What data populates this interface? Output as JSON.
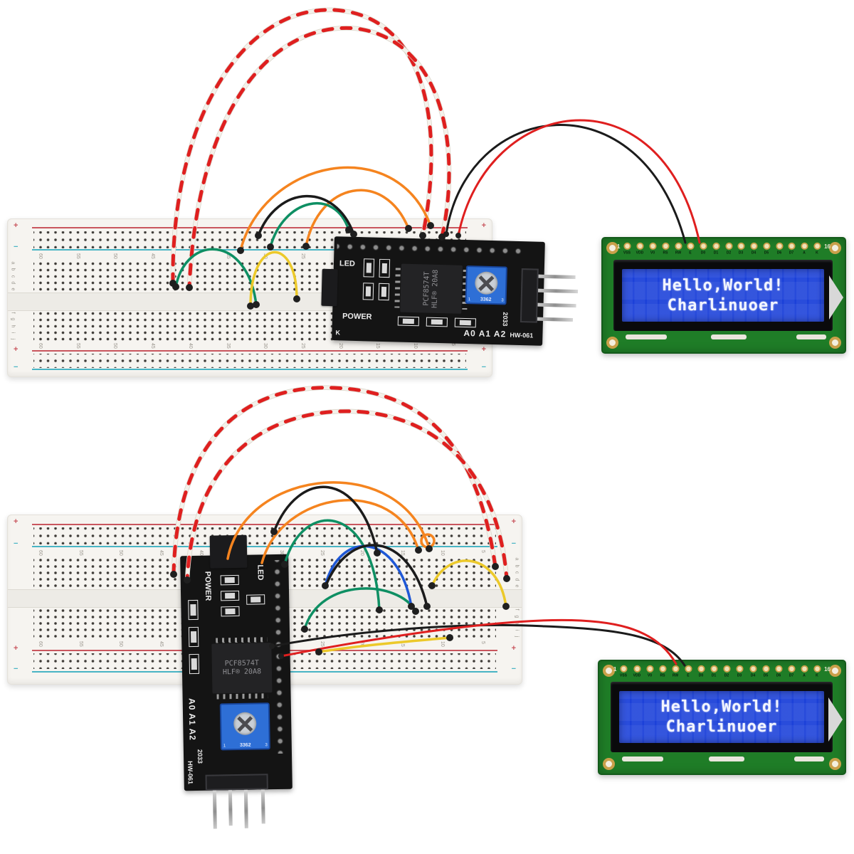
{
  "colors": {
    "wire_red": "#df1f1f",
    "wire_white": "#f4f1ea",
    "wire_shadow": "#d9d4c9",
    "wire_orange": "#f5841f",
    "wire_green": "#0e8f63",
    "wire_yellow": "#ecc92a",
    "wire_black": "#1b1b1b",
    "wire_blue": "#1f58d6",
    "plug_black": "#1f1f1f",
    "pcb_green": "#1f7d27",
    "screen_blue": "#1c41d9",
    "module_black": "#141414",
    "trimpot_blue": "#2e6fd6"
  },
  "lcd": {
    "line1": "Hello,World!",
    "line2": "Charlinuoer",
    "pin_first": "1",
    "pin_last": "16",
    "pin_labels": [
      "VSS",
      "VDD",
      "V0",
      "RS",
      "RW",
      "E",
      "D0",
      "D1",
      "D2",
      "D3",
      "D4",
      "D5",
      "D6",
      "D7",
      "A",
      "K"
    ]
  },
  "module": {
    "chip_text": "PCF8574T\nHLF® 20A8",
    "led": "LED",
    "power": "POWER",
    "k": "K",
    "address": "A0 A1 A2",
    "code": "2033",
    "model": "HW-061",
    "trim_value": "3362",
    "trim_pin1": "1",
    "trim_pin3": "3"
  },
  "breadboard": {
    "numbers": [
      "60",
      "55",
      "50",
      "45",
      "40",
      "35",
      "30",
      "25",
      "20",
      "15",
      "10",
      "5"
    ],
    "letters_abcde": [
      "a",
      "b",
      "c",
      "d",
      "e"
    ],
    "letters_fghij": [
      "f",
      "g",
      "h",
      "i",
      "j"
    ],
    "plus": "+",
    "minus": "−"
  }
}
